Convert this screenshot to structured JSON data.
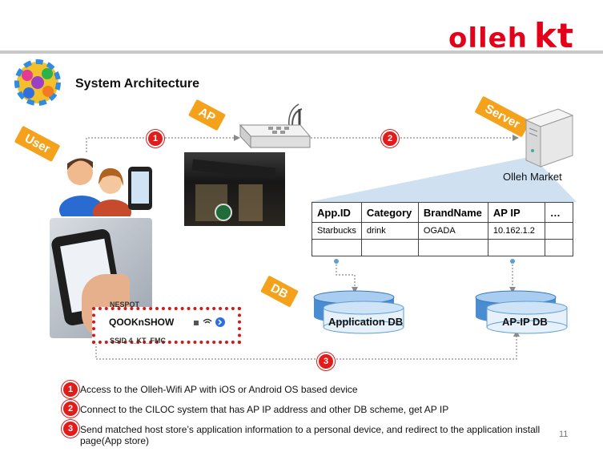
{
  "header": {
    "logo_word": "olleh",
    "logo_brand": "kt",
    "title": "System Architecture"
  },
  "tags": {
    "user": "User",
    "ap": "AP",
    "server": "Server",
    "db": "DB"
  },
  "steps": [
    "1",
    "2",
    "3"
  ],
  "server_label": "Olleh Market",
  "table": {
    "headers": [
      "App.ID",
      "Category",
      "BrandName",
      "AP IP",
      "…"
    ],
    "rows": [
      [
        "Starbucks",
        "drink",
        "OGADA",
        "10.162.1.2",
        ""
      ],
      [
        "",
        "",
        "",
        "",
        ""
      ]
    ]
  },
  "dbs": {
    "app_db": "Application DB",
    "apip_db": "AP-IP DB"
  },
  "phone": {
    "row_above": "NESPOT",
    "selected_ssid": "QOOKnSHOW",
    "row_below": "SSID 4_KT_FMC"
  },
  "bullets": [
    {
      "num": "1",
      "text": "Access to the Olleh-Wifi AP with iOS or Android OS based device"
    },
    {
      "num": "2",
      "text": "Connect to the CILOC system that has AP IP address and other DB scheme, get AP IP"
    },
    {
      "num": "3",
      "text": "Send matched host store’s application information to a personal device, and redirect to the application install page(App store)"
    }
  ],
  "page_number": "11",
  "colors": {
    "brand_red": "#e5001a",
    "tag_orange": "#f4a11b",
    "step_red": "#e21b1b",
    "db_blue": "#5e9ed6"
  }
}
